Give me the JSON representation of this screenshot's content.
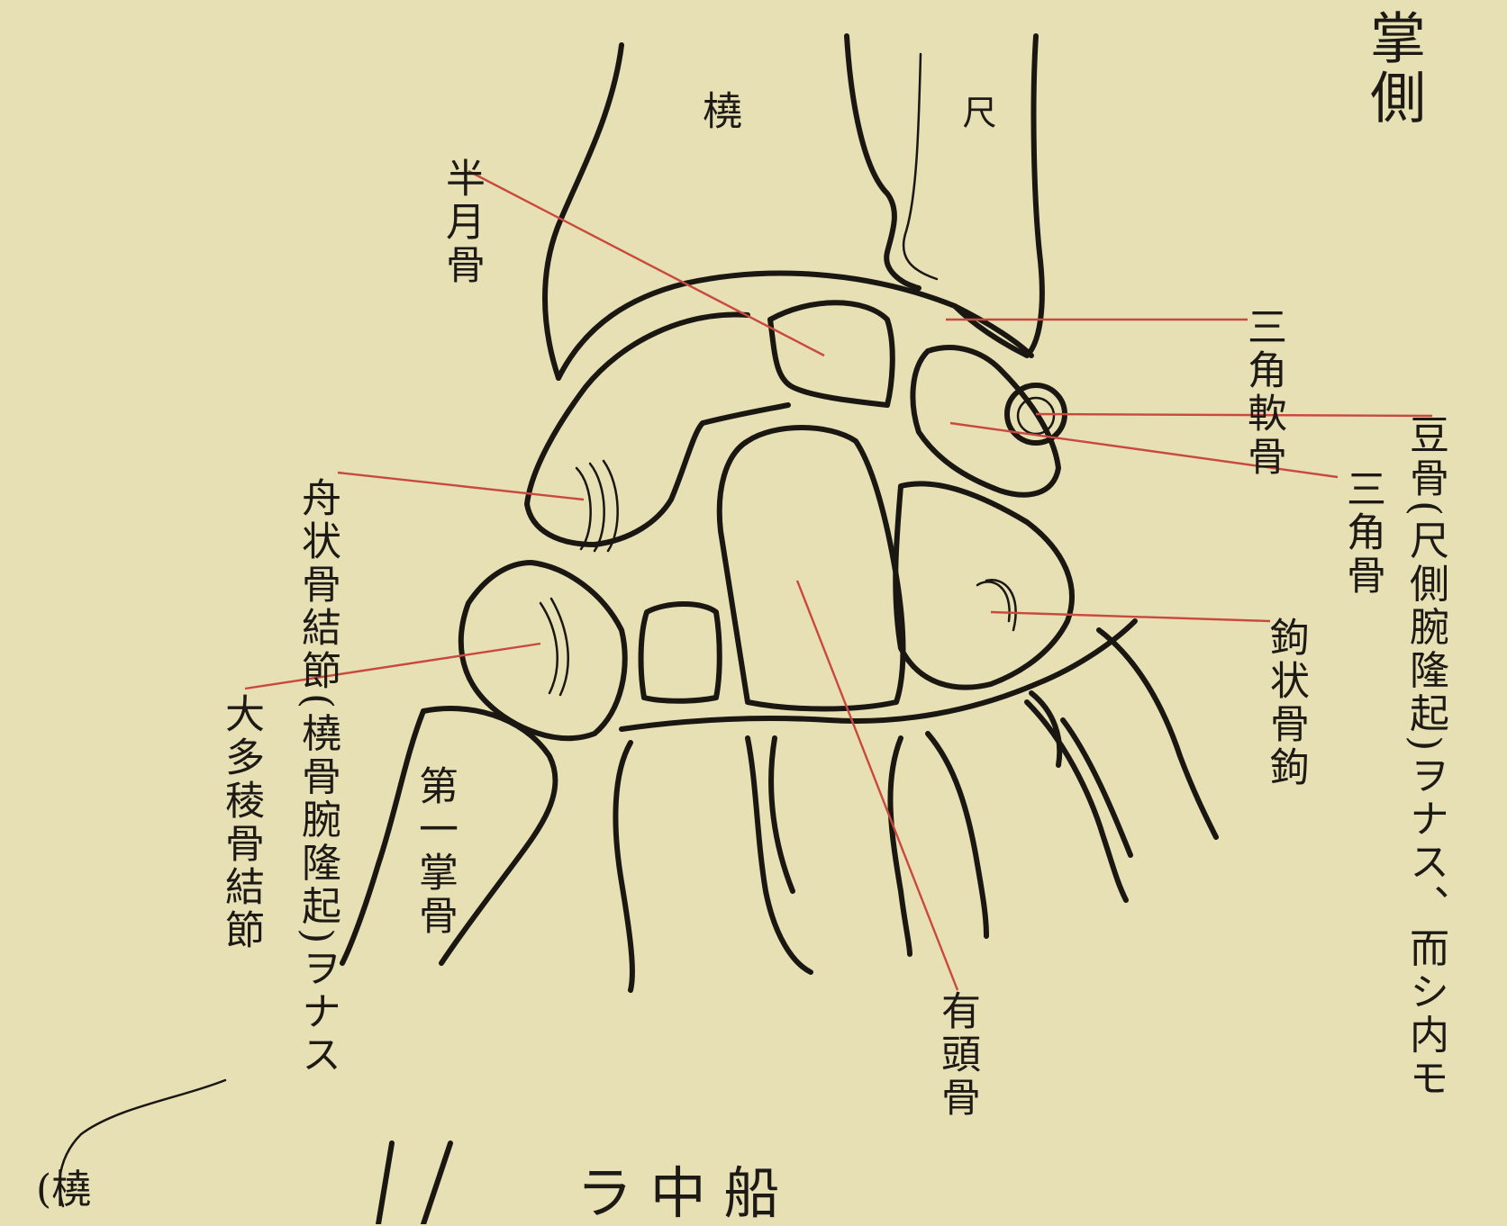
{
  "title": "掌側",
  "labels": {
    "radius": "橈",
    "ulna": "尺",
    "lunate": "半月骨",
    "triangular_fibrocartilage": "三角軟骨",
    "pisiform": "豆骨(尺側腕隆起)ヲナス、而シ内モ",
    "triquetrum": "三角骨",
    "scaphoid_tubercle": "舟状骨結節(橈骨腕隆起)ヲナス",
    "hamate_hook": "鉤状骨鉤",
    "trapezium_tubercle": "大多稜骨結節",
    "first_metacarpal": "第一掌骨",
    "capitate": "有頭骨",
    "bottom_left": "(橈",
    "bottom_mid": "ラ 中 船"
  }
}
